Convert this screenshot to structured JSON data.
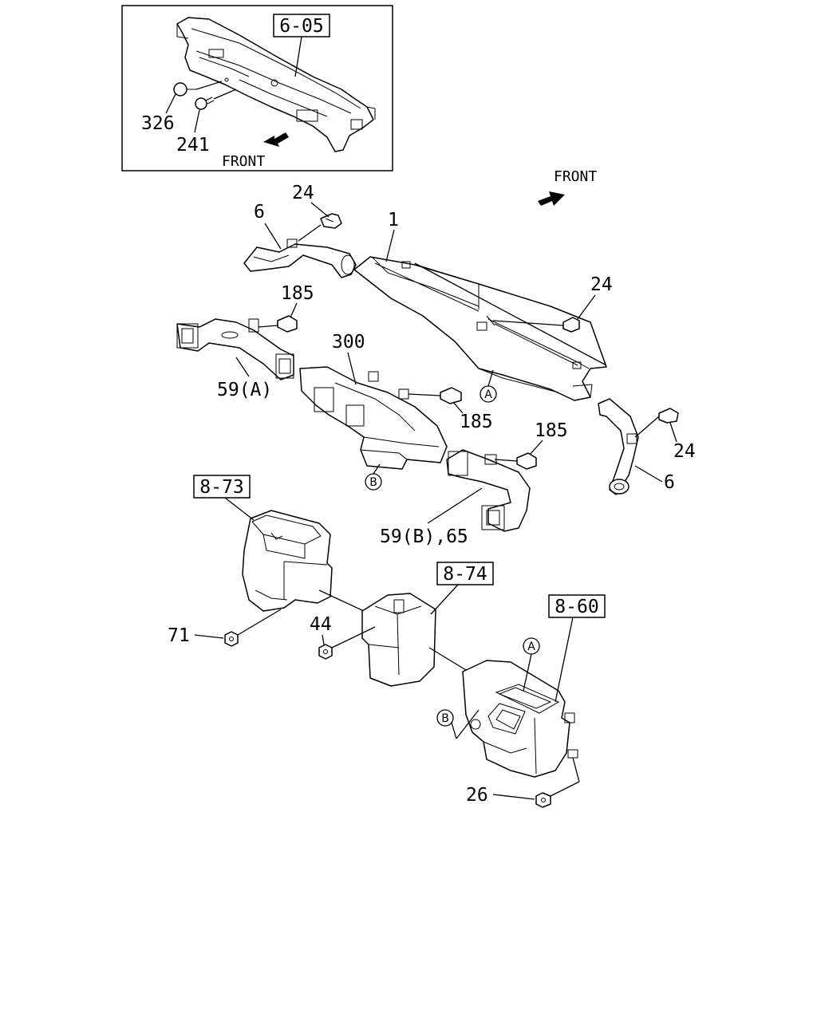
{
  "inset": {
    "ref_label": "6-05",
    "callouts": [
      "326",
      "241"
    ],
    "front_label": "FRONT"
  },
  "main": {
    "front_label": "FRONT",
    "callouts": {
      "c24_a": "24",
      "c6_a": "6",
      "c1": "1",
      "c24_b": "24",
      "c185_a": "185",
      "c300": "300",
      "c59a": "59(A)",
      "c185_b": "185",
      "c24_c": "24",
      "c185_c": "185",
      "c6_b": "6",
      "c59b": "59(B),65",
      "c71": "71",
      "c44": "44",
      "c26": "26"
    },
    "ref_boxes": [
      "8-73",
      "8-74",
      "8-60"
    ],
    "circle_markers": {
      "a_top": "A",
      "b_top": "B",
      "a_bottom": "A",
      "b_bottom": "B"
    }
  },
  "colors": {
    "line": "#000000",
    "background": "#ffffff"
  }
}
